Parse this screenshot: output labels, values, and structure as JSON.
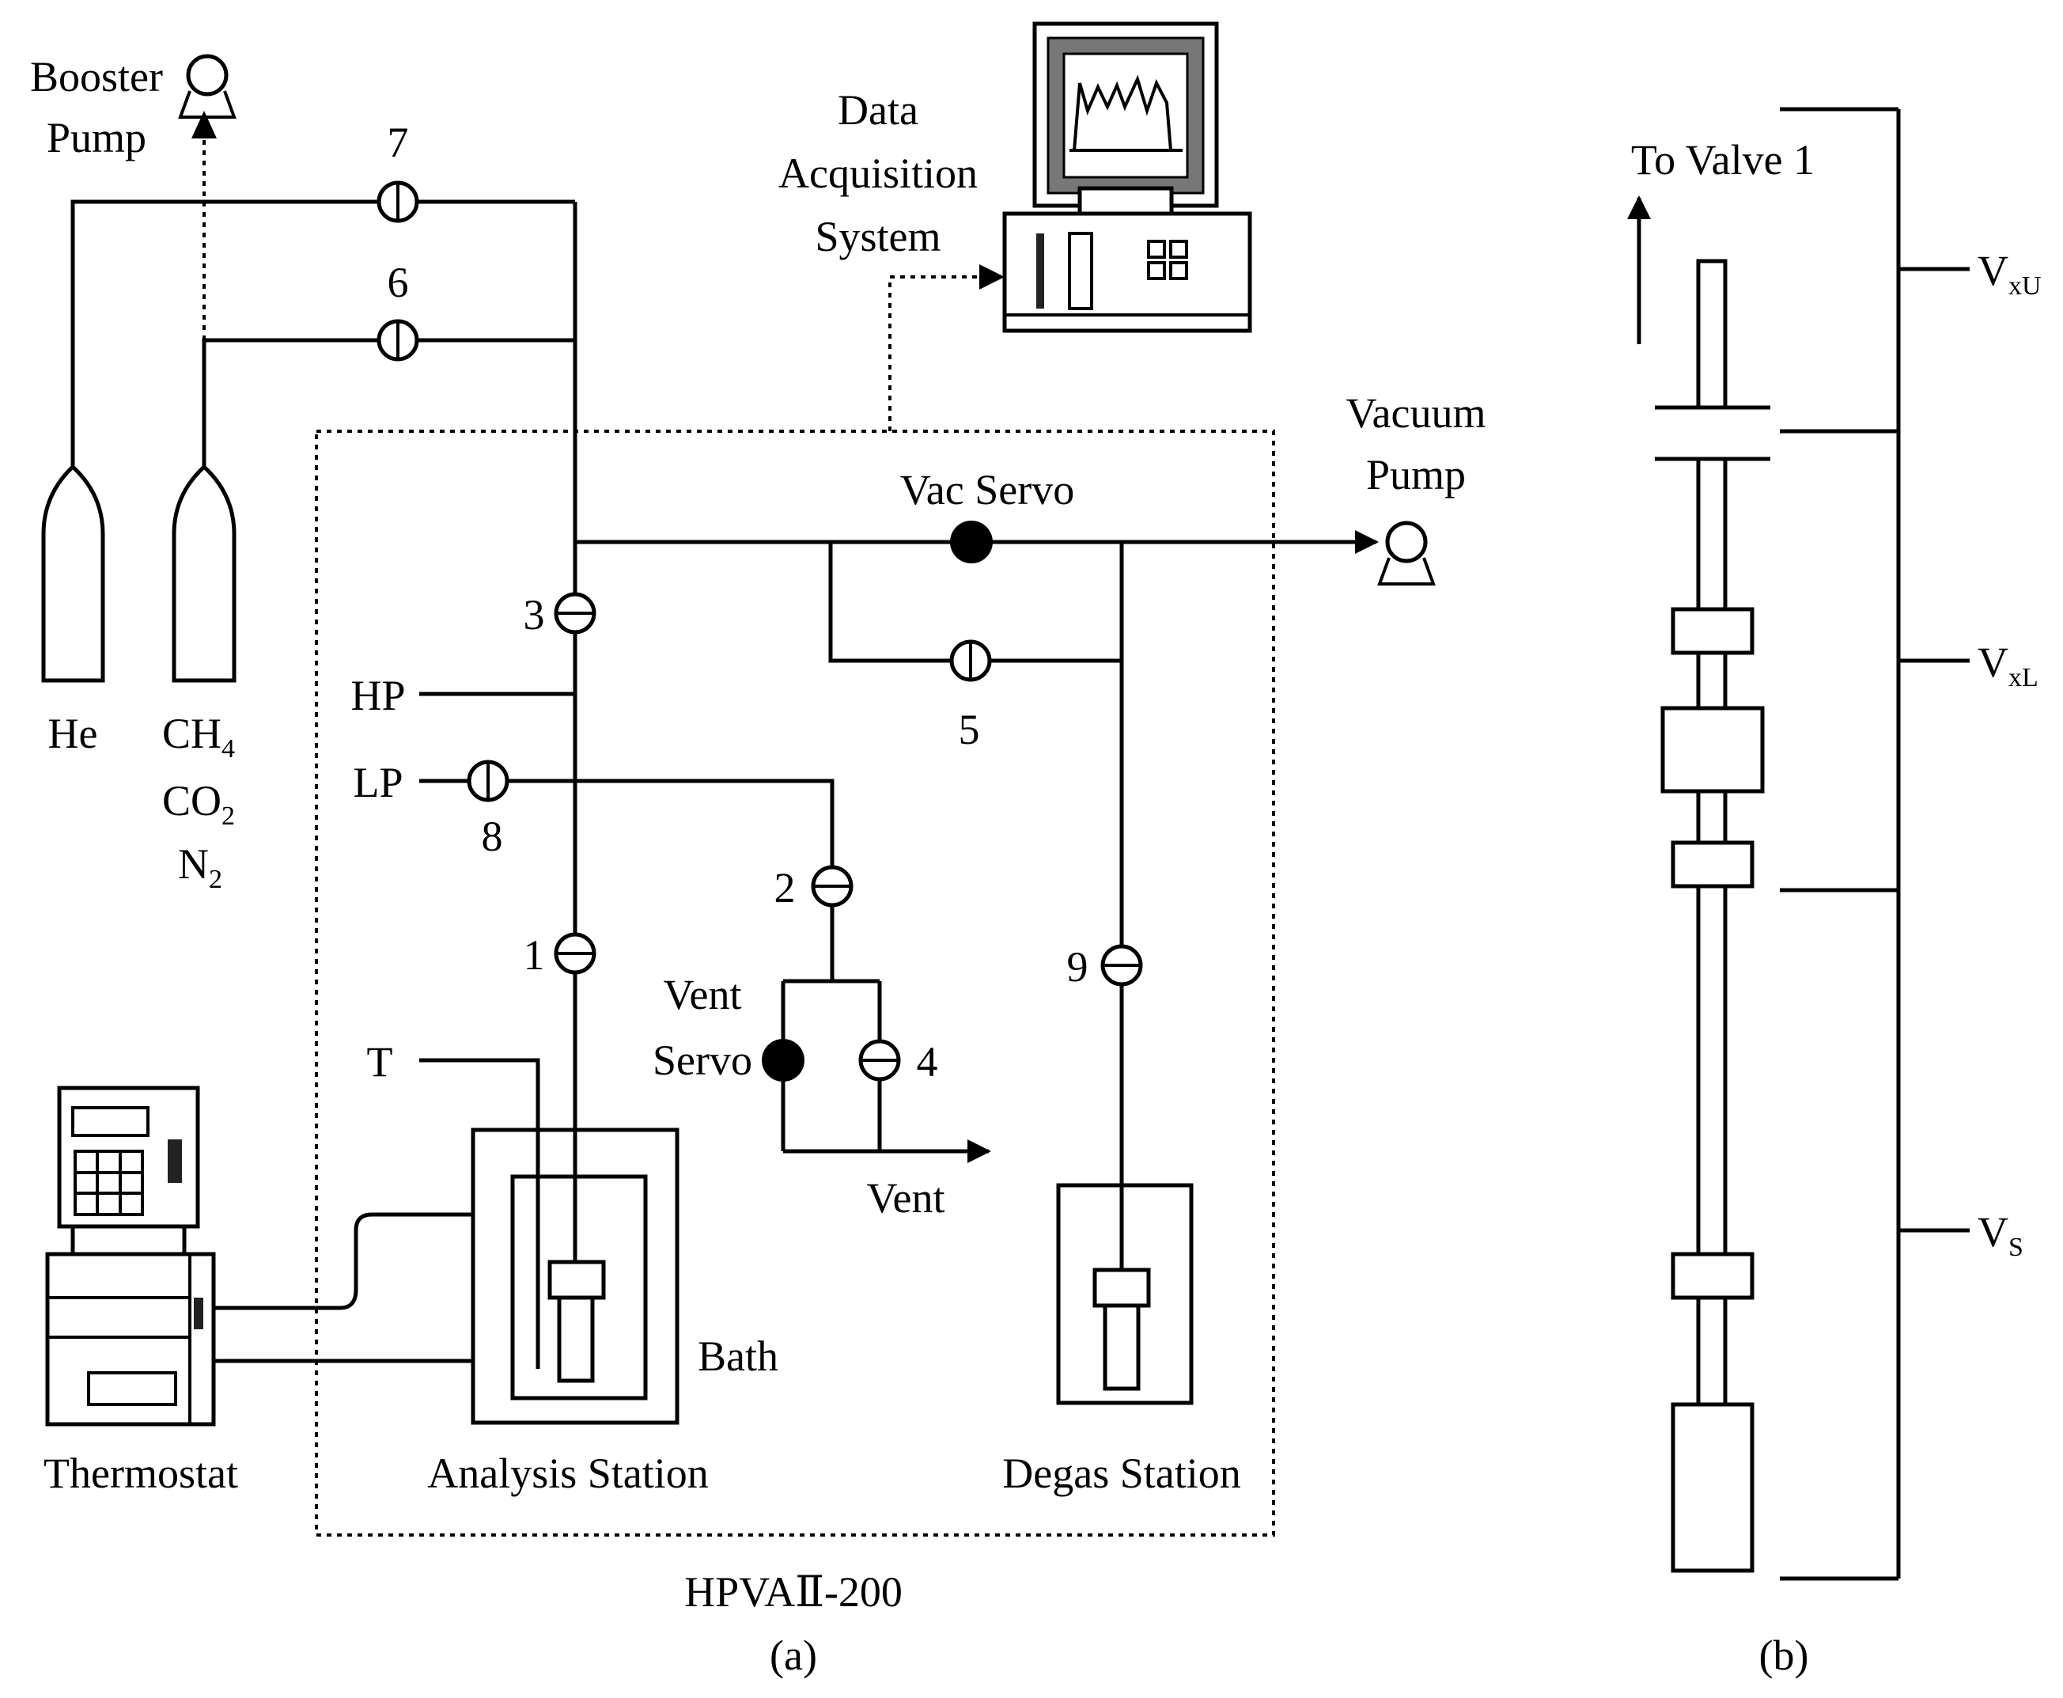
{
  "labels": {
    "booster_pump": [
      "Booster",
      "Pump"
    ],
    "data_acq": [
      "Data",
      "Acquisition",
      "System"
    ],
    "vacuum_pump": [
      "Vacuum",
      "Pump"
    ],
    "vac_servo": "Vac Servo",
    "vent_servo": [
      "Vent",
      "Servo"
    ],
    "vent": "Vent",
    "bath": "Bath",
    "analysis_station": "Analysis Station",
    "degas_station": "Degas Station",
    "thermostat": "Thermostat",
    "he": "He",
    "gas_ch4": {
      "base": "CH",
      "sub": "4"
    },
    "gas_co2": {
      "base": "CO",
      "sub": "2"
    },
    "gas_n2": {
      "base": "N",
      "sub": "2"
    },
    "hp": "HP",
    "lp": "LP",
    "t": "T",
    "instrument": "HPVAⅡ-200",
    "caption_a": "(a)",
    "caption_b": "(b)",
    "to_valve1": "To Valve 1",
    "vxu": {
      "base": "V",
      "sub": "xU"
    },
    "vxl": {
      "base": "V",
      "sub": "xL"
    },
    "vs": {
      "base": "V",
      "sub": "S"
    }
  },
  "valves": {
    "v1": "1",
    "v2": "2",
    "v3": "3",
    "v4": "4",
    "v5": "5",
    "v6": "6",
    "v7": "7",
    "v8": "8",
    "v9": "9"
  }
}
